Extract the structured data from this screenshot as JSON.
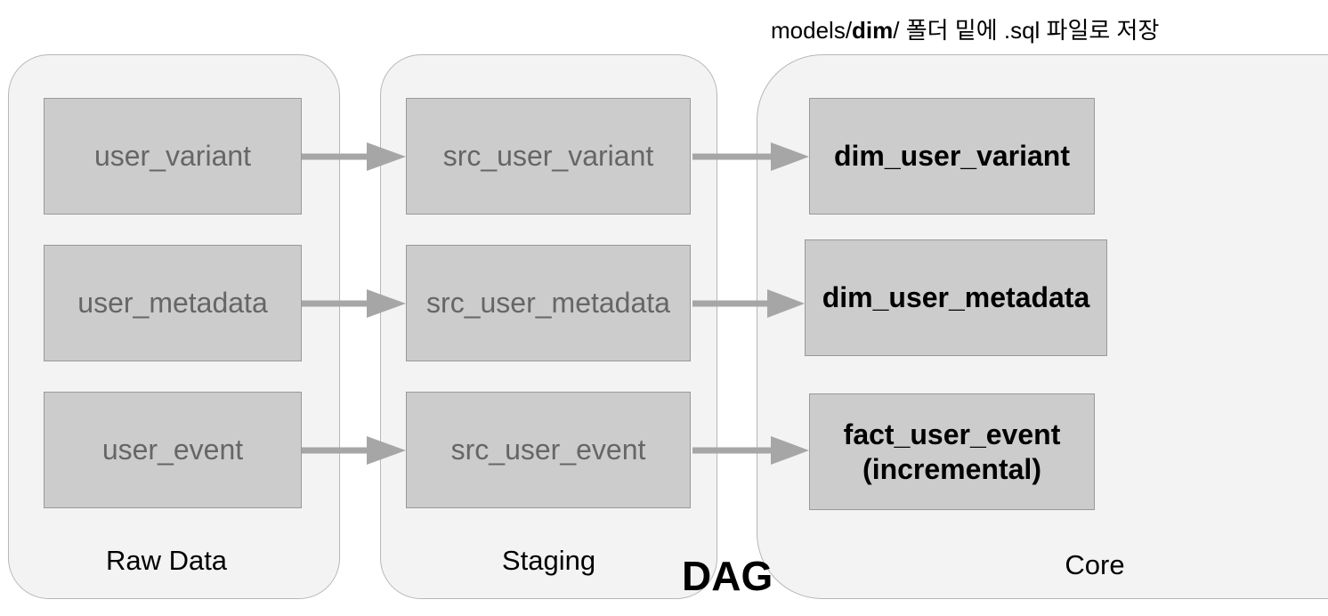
{
  "note": {
    "prefix": "models/",
    "bold": "dim",
    "suffix": "/ 폴더 밑에 .sql 파일로 저장"
  },
  "panels": {
    "raw": {
      "label": "Raw Data",
      "items": [
        "user_variant",
        "user_metadata",
        "user_event"
      ]
    },
    "staging": {
      "label": "Staging",
      "items": [
        "src_user_variant",
        "src_user_metadata",
        "src_user_event"
      ]
    },
    "core": {
      "label": "Core",
      "items": [
        "dim_user_variant",
        "dim_user_metadata",
        "fact_user_event",
        "(incremental)"
      ]
    }
  },
  "footer_title": "DAG",
  "colors": {
    "panel_bg": "#f3f3f3",
    "box_bg": "#cccccc",
    "arrow": "#a6a6a6"
  }
}
